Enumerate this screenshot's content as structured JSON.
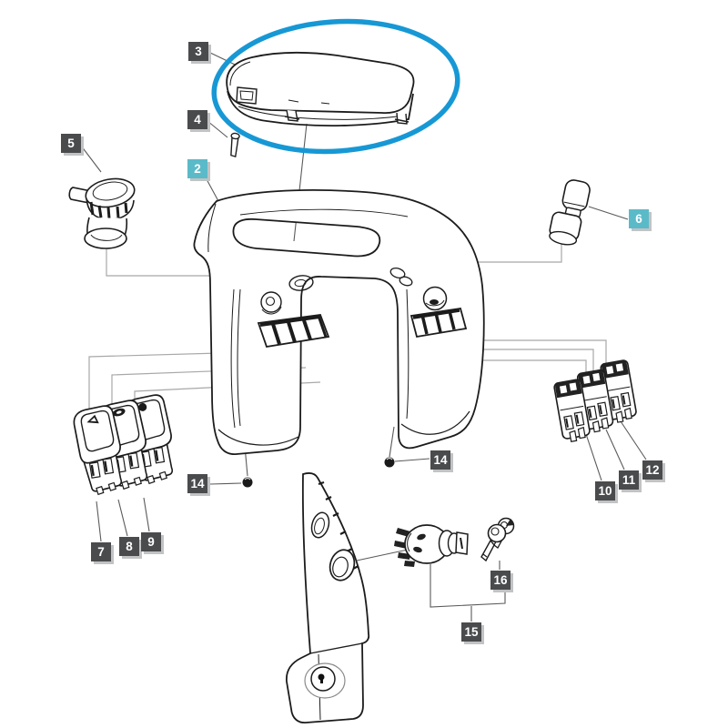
{
  "diagram": {
    "kind": "exploded-parts-diagram",
    "background": "#ffffff",
    "highlight_ellipse_color": "#1798d5"
  },
  "colors": {
    "line_art": "#1c1c1c",
    "routing_line": "#a8a8a8",
    "leader_line": "#5a5a5a",
    "label_background": "#4a4b4d",
    "label_highlight_background": "#5bbac8",
    "label_text": "#ffffff",
    "label_shadow": "#c2c3c4",
    "highlight_ellipse": "#1798d5"
  },
  "labels": [
    {
      "ref": "3",
      "text": "3",
      "highlighted": false
    },
    {
      "ref": "4",
      "text": "4",
      "highlighted": false
    },
    {
      "ref": "5",
      "text": "5",
      "highlighted": false
    },
    {
      "ref": "2",
      "text": "2",
      "highlighted": true
    },
    {
      "ref": "6",
      "text": "6",
      "highlighted": true
    },
    {
      "ref": "14-left",
      "text": "14",
      "highlighted": false
    },
    {
      "ref": "14-right",
      "text": "14",
      "highlighted": false
    },
    {
      "ref": "7",
      "text": "7",
      "highlighted": false
    },
    {
      "ref": "8",
      "text": "8",
      "highlighted": false
    },
    {
      "ref": "9",
      "text": "9",
      "highlighted": false
    },
    {
      "ref": "10",
      "text": "10",
      "highlighted": false
    },
    {
      "ref": "11",
      "text": "11",
      "highlighted": false
    },
    {
      "ref": "12",
      "text": "12",
      "highlighted": false
    },
    {
      "ref": "16",
      "text": "16",
      "highlighted": false
    },
    {
      "ref": "15",
      "text": "15",
      "highlighted": false
    }
  ],
  "parts": [
    {
      "ref": "2",
      "shape": "console-cowl",
      "highlighted": true
    },
    {
      "ref": "3",
      "shape": "top-lid-cover",
      "circled": true
    },
    {
      "ref": "4",
      "shape": "screw-pin"
    },
    {
      "ref": "5",
      "shape": "knob-switch-with-lever"
    },
    {
      "ref": "6",
      "shape": "small-knob",
      "highlighted": true
    },
    {
      "ref": "7",
      "shape": "rocker-switch"
    },
    {
      "ref": "8",
      "shape": "rocker-switch"
    },
    {
      "ref": "9",
      "shape": "rocker-switch"
    },
    {
      "ref": "10",
      "shape": "switch-unit-rear"
    },
    {
      "ref": "11",
      "shape": "switch-unit-rear"
    },
    {
      "ref": "12",
      "shape": "switch-unit-rear"
    },
    {
      "ref": "14",
      "shape": "nut-fastener",
      "count": 2
    },
    {
      "ref": "15",
      "shape": "ignition-switch"
    },
    {
      "ref": "16",
      "shape": "key-set"
    }
  ]
}
